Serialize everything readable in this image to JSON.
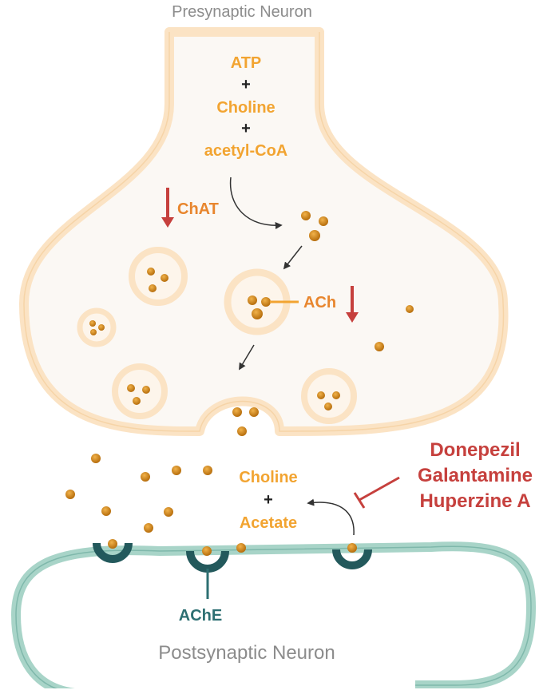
{
  "titles": {
    "presynaptic": "Presynaptic Neuron",
    "postsynaptic": "Postsynaptic Neuron"
  },
  "synthesis": {
    "atp": "ATP",
    "plus1": "+",
    "choline": "Choline",
    "plus2": "+",
    "acetyl_coa": "acetyl-CoA"
  },
  "enzymes": {
    "chat": "ChAT",
    "ach": "ACh",
    "ache": "AChE"
  },
  "breakdown": {
    "choline": "Choline",
    "plus": "+",
    "acetate": "Acetate"
  },
  "inhibitors": [
    "Donepezil",
    "Galantamine",
    "Huperzine A"
  ],
  "colors": {
    "membrane_fill": "#fbf8f4",
    "membrane_stroke": "#fbe3c4",
    "molecule": "#d88a18",
    "label_orange": "#f2a431",
    "down_arrow": "#c6403d",
    "inhibitor_red": "#c6403d",
    "teal": "#2d6f72",
    "post_membrane": "#a8d4c8"
  }
}
